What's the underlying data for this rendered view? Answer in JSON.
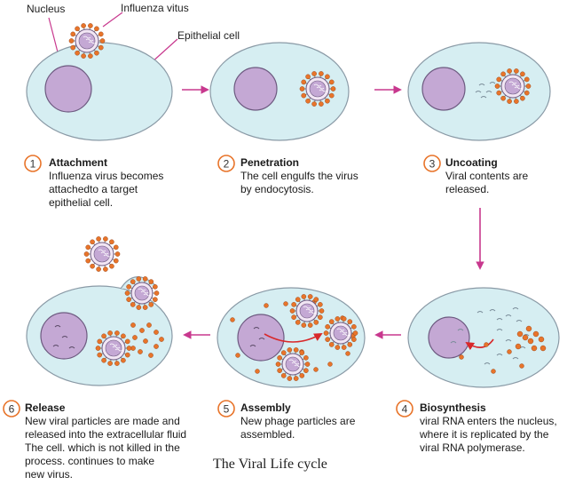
{
  "labels": {
    "nucleus": "Nucleus",
    "virus": "Influenza vitus",
    "cell": "Epithelial cell"
  },
  "stages": [
    {
      "num": "1",
      "title": "Attachment",
      "lines": [
        "Influenza virus becomes",
        "attachedto a target",
        "epithelial cell."
      ]
    },
    {
      "num": "2",
      "title": "Penetration",
      "lines": [
        "The cell engulfs the virus",
        "by endocytosis."
      ]
    },
    {
      "num": "3",
      "title": "Uncoating",
      "lines": [
        "Viral contents are",
        "released."
      ]
    },
    {
      "num": "4",
      "title": "Biosynthesis",
      "lines": [
        "viral RNA enters the nucleus,",
        "where it is replicated by the",
        "viral RNA polymerase."
      ]
    },
    {
      "num": "5",
      "title": "Assembly",
      "lines": [
        "New phage particles are",
        "assembled."
      ]
    },
    {
      "num": "6",
      "title": "Release",
      "lines": [
        "New viral particles are made and",
        "released into the extracellular fluid",
        "The cell. which is not killed in the",
        "process. continues to make",
        "new virus."
      ]
    }
  ],
  "caption": "The Viral Life cycle",
  "colors": {
    "cell_fill": "#d6eef2",
    "cell_stroke": "#8a9aa6",
    "nucleus_fill": "#c4a8d4",
    "virus_orange": "#e8742a",
    "arrow": "#c8388e"
  }
}
